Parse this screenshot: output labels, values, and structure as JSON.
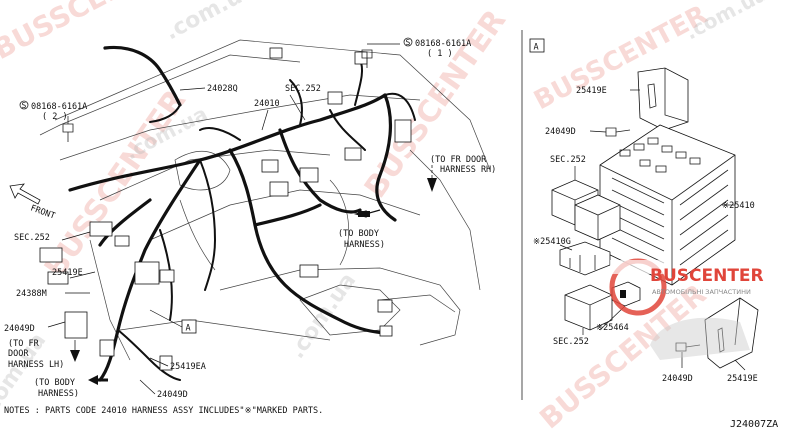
{
  "watermarks": {
    "busscenter": "BUSSCENTER",
    "domain": ".com.ua"
  },
  "logo": {
    "name": "BUSCENTER",
    "tagline": "АВТОМОБІЛЬНІ ЗАПЧАСТИНИ"
  },
  "main_view": {
    "labels": {
      "p24028q": "24028Q",
      "p24010": "24010",
      "sec252_top": "SEC.252",
      "bolt_top": "08168-6161A",
      "bolt_top_qty": "( 1 )",
      "bolt_left": "08168-6161A",
      "bolt_left_qty": "( 2 )",
      "front": "FRONT",
      "to_fr_door_rh_1": "(TO FR DOOR",
      "to_fr_door_rh_2": "HARNESS RH)",
      "to_body_1": "(TO BODY",
      "to_body_2": "HARNESS)",
      "sec252_left": "SEC.252",
      "p25419e": "25419E",
      "p24388m": "24388M",
      "p24049d": "24049D",
      "to_fr_door_lh_1": "(TO FR",
      "to_fr_door_lh_2": "DOOR",
      "to_fr_door_lh_3": "HARNESS LH)",
      "to_body_lower_1": "(TO BODY",
      "to_body_lower_2": "HARNESS)",
      "p25419ea": "25419EA",
      "p24049d_lower": "24049D",
      "view_a": "A"
    }
  },
  "detail_view": {
    "title": "A",
    "labels": {
      "p25419e": "25419E",
      "p24049d": "24049D",
      "sec252_top": "SEC.252",
      "p25410": "※25410",
      "p25410g": "※25410G",
      "p25464": "※25464",
      "sec252_bottom": "SEC.252",
      "p24049d_bottom": "24049D",
      "p25419e_bottom": "25419E"
    }
  },
  "footer": {
    "note": "NOTES : PARTS CODE 24010 HARNESS ASSY INCLUDES\"※\"MARKED PARTS.",
    "diagram_code": "J24007ZA"
  }
}
